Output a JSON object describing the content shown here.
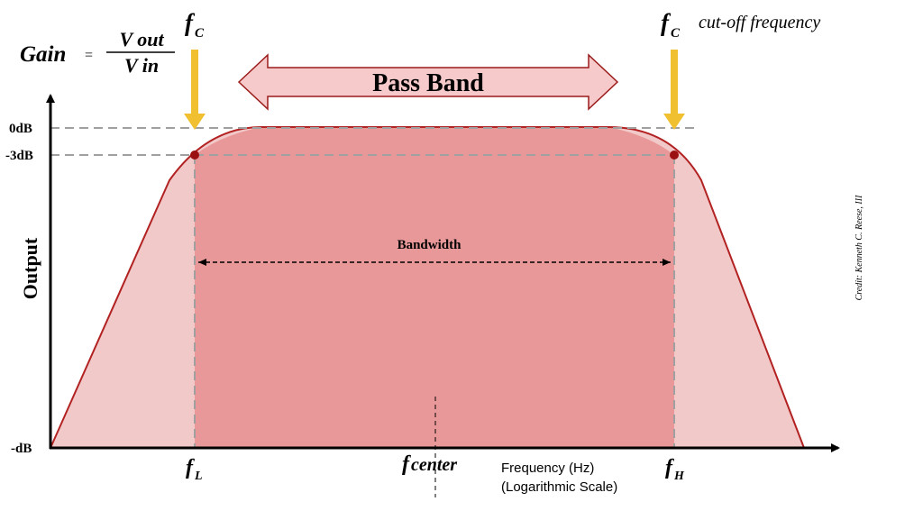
{
  "gain_formula": {
    "lhs": "Gain",
    "equals": "=",
    "numerator": "V out",
    "denominator": "V in"
  },
  "cutoff": {
    "symbol": "f",
    "subscript": "C",
    "label": "cut-off frequency"
  },
  "pass_band": {
    "label": "Pass Band"
  },
  "bandwidth": {
    "label": "Bandwidth"
  },
  "y_axis": {
    "label": "Output",
    "ticks": [
      "0dB",
      "-3dB",
      "-dB"
    ]
  },
  "x_axis": {
    "label_line1": "Frequency (Hz)",
    "label_line2": "(Logarithmic Scale)",
    "f_low": {
      "symbol": "f",
      "subscript": "L"
    },
    "f_center": {
      "symbol": "f",
      "text": "center"
    },
    "f_high": {
      "symbol": "f",
      "subscript": "H"
    }
  },
  "credit": "Credit: Kenneth C. Reese, III",
  "colors": {
    "outer_fill": "#f2c9c9",
    "band_fill": "#e89898",
    "curve": "#b22222",
    "point": "#9b1010",
    "arrow_yellow": "#f0c030",
    "passband_arrow_fill": "#f6caca",
    "passband_arrow_stroke": "#9b1b1b",
    "guide_dash": "#a0a0a0"
  }
}
